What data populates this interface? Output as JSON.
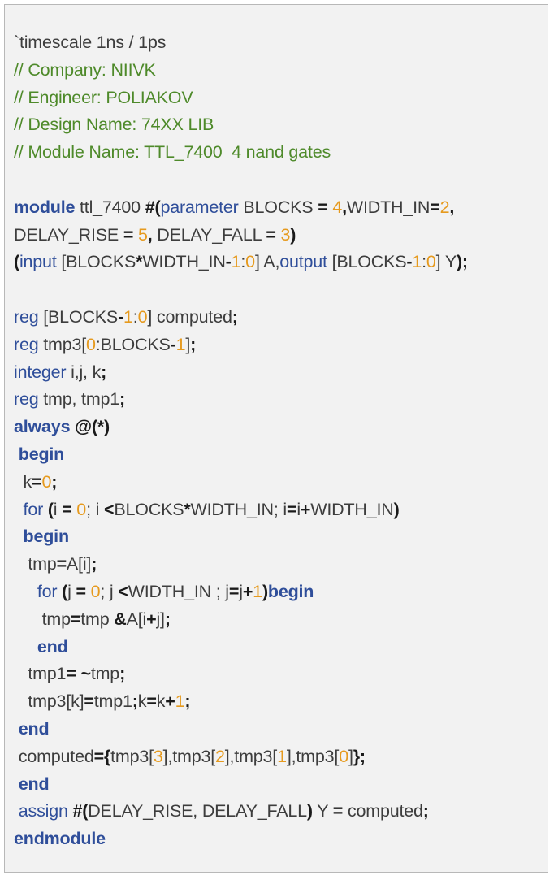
{
  "code_lines": [
    [
      {
        "t": "`timescale 1ns / 1ps",
        "c": "p"
      }
    ],
    [
      {
        "t": "// Company: NIIVK",
        "c": "cm"
      }
    ],
    [
      {
        "t": "// Engineer: POLIAKOV",
        "c": "cm"
      }
    ],
    [
      {
        "t": "// Design Name: 74XX LIB",
        "c": "cm"
      }
    ],
    [
      {
        "t": "// Module Name: TTL_7400  4 nand gates",
        "c": "cm"
      }
    ],
    [],
    [
      {
        "t": "module",
        "c": "kwb"
      },
      {
        "t": " ttl_7400 ",
        "c": "p"
      },
      {
        "t": "#(",
        "c": "op"
      },
      {
        "t": "parameter",
        "c": "kw"
      },
      {
        "t": " BLOCKS ",
        "c": "p"
      },
      {
        "t": "=",
        "c": "op"
      },
      {
        "t": " ",
        "c": "p"
      },
      {
        "t": "4",
        "c": "num"
      },
      {
        "t": ",",
        "c": "op"
      },
      {
        "t": "WIDTH_IN",
        "c": "p"
      },
      {
        "t": "=",
        "c": "op"
      },
      {
        "t": "2",
        "c": "num"
      },
      {
        "t": ",",
        "c": "op"
      }
    ],
    [
      {
        "t": "DELAY_RISE ",
        "c": "p"
      },
      {
        "t": "=",
        "c": "op"
      },
      {
        "t": " ",
        "c": "p"
      },
      {
        "t": "5",
        "c": "num"
      },
      {
        "t": ",",
        "c": "op"
      },
      {
        "t": " DELAY_FALL ",
        "c": "p"
      },
      {
        "t": "=",
        "c": "op"
      },
      {
        "t": " ",
        "c": "p"
      },
      {
        "t": "3",
        "c": "num"
      },
      {
        "t": ")",
        "c": "op"
      }
    ],
    [
      {
        "t": "(",
        "c": "op"
      },
      {
        "t": "input",
        "c": "kw"
      },
      {
        "t": " [BLOCKS",
        "c": "p"
      },
      {
        "t": "*",
        "c": "op"
      },
      {
        "t": "WIDTH_IN",
        "c": "p"
      },
      {
        "t": "-",
        "c": "op"
      },
      {
        "t": "1",
        "c": "num"
      },
      {
        "t": ":",
        "c": "p"
      },
      {
        "t": "0",
        "c": "num"
      },
      {
        "t": "] A,",
        "c": "p"
      },
      {
        "t": "output",
        "c": "kw"
      },
      {
        "t": " [BLOCKS",
        "c": "p"
      },
      {
        "t": "-",
        "c": "op"
      },
      {
        "t": "1",
        "c": "num"
      },
      {
        "t": ":",
        "c": "p"
      },
      {
        "t": "0",
        "c": "num"
      },
      {
        "t": "] Y",
        "c": "p"
      },
      {
        "t": ");",
        "c": "op"
      }
    ],
    [],
    [
      {
        "t": "reg",
        "c": "kw"
      },
      {
        "t": " [BLOCKS",
        "c": "p"
      },
      {
        "t": "-",
        "c": "op"
      },
      {
        "t": "1",
        "c": "num"
      },
      {
        "t": ":",
        "c": "p"
      },
      {
        "t": "0",
        "c": "num"
      },
      {
        "t": "] computed",
        "c": "p"
      },
      {
        "t": ";",
        "c": "op"
      }
    ],
    [
      {
        "t": "reg",
        "c": "kw"
      },
      {
        "t": " tmp3[",
        "c": "p"
      },
      {
        "t": "0",
        "c": "num"
      },
      {
        "t": ":BLOCKS",
        "c": "p"
      },
      {
        "t": "-",
        "c": "op"
      },
      {
        "t": "1",
        "c": "num"
      },
      {
        "t": "]",
        "c": "p"
      },
      {
        "t": ";",
        "c": "op"
      }
    ],
    [
      {
        "t": "integer",
        "c": "kw"
      },
      {
        "t": " i,j, k",
        "c": "p"
      },
      {
        "t": ";",
        "c": "op"
      }
    ],
    [
      {
        "t": "reg",
        "c": "kw"
      },
      {
        "t": " tmp, tmp1",
        "c": "p"
      },
      {
        "t": ";",
        "c": "op"
      }
    ],
    [
      {
        "t": "always",
        "c": "kwb"
      },
      {
        "t": " ",
        "c": "p"
      },
      {
        "t": "@(*)",
        "c": "op"
      }
    ],
    [
      {
        "t": " ",
        "c": "p"
      },
      {
        "t": "begin",
        "c": "kwb"
      }
    ],
    [
      {
        "t": "  k",
        "c": "p"
      },
      {
        "t": "=",
        "c": "op"
      },
      {
        "t": "0",
        "c": "num"
      },
      {
        "t": ";",
        "c": "op"
      }
    ],
    [
      {
        "t": "  ",
        "c": "p"
      },
      {
        "t": "for",
        "c": "kw"
      },
      {
        "t": " ",
        "c": "p"
      },
      {
        "t": "(",
        "c": "op"
      },
      {
        "t": "i ",
        "c": "p"
      },
      {
        "t": "=",
        "c": "op"
      },
      {
        "t": " ",
        "c": "p"
      },
      {
        "t": "0",
        "c": "num"
      },
      {
        "t": "; i ",
        "c": "p"
      },
      {
        "t": "<",
        "c": "op"
      },
      {
        "t": "BLOCKS",
        "c": "p"
      },
      {
        "t": "*",
        "c": "op"
      },
      {
        "t": "WIDTH_IN; i",
        "c": "p"
      },
      {
        "t": "=",
        "c": "op"
      },
      {
        "t": "i",
        "c": "p"
      },
      {
        "t": "+",
        "c": "op"
      },
      {
        "t": "WIDTH_IN",
        "c": "p"
      },
      {
        "t": ")",
        "c": "op"
      }
    ],
    [
      {
        "t": "  ",
        "c": "p"
      },
      {
        "t": "begin",
        "c": "kwb"
      }
    ],
    [
      {
        "t": "   tmp",
        "c": "p"
      },
      {
        "t": "=",
        "c": "op"
      },
      {
        "t": "A[i]",
        "c": "p"
      },
      {
        "t": ";",
        "c": "op"
      }
    ],
    [
      {
        "t": "     ",
        "c": "p"
      },
      {
        "t": "for",
        "c": "kw"
      },
      {
        "t": " ",
        "c": "p"
      },
      {
        "t": "(",
        "c": "op"
      },
      {
        "t": "j ",
        "c": "p"
      },
      {
        "t": "=",
        "c": "op"
      },
      {
        "t": " ",
        "c": "p"
      },
      {
        "t": "0",
        "c": "num"
      },
      {
        "t": "; j ",
        "c": "p"
      },
      {
        "t": "<",
        "c": "op"
      },
      {
        "t": "WIDTH_IN ; j",
        "c": "p"
      },
      {
        "t": "=",
        "c": "op"
      },
      {
        "t": "j",
        "c": "p"
      },
      {
        "t": "+",
        "c": "op"
      },
      {
        "t": "1",
        "c": "num"
      },
      {
        "t": ")",
        "c": "op"
      },
      {
        "t": "begin",
        "c": "kwb"
      }
    ],
    [
      {
        "t": "      tmp",
        "c": "p"
      },
      {
        "t": "=",
        "c": "op"
      },
      {
        "t": "tmp ",
        "c": "p"
      },
      {
        "t": "&",
        "c": "op"
      },
      {
        "t": "A[i",
        "c": "p"
      },
      {
        "t": "+",
        "c": "op"
      },
      {
        "t": "j]",
        "c": "p"
      },
      {
        "t": ";",
        "c": "op"
      }
    ],
    [
      {
        "t": "     ",
        "c": "p"
      },
      {
        "t": "end",
        "c": "kwb"
      }
    ],
    [
      {
        "t": "   tmp1",
        "c": "p"
      },
      {
        "t": "=",
        "c": "op"
      },
      {
        "t": " ",
        "c": "p"
      },
      {
        "t": "~",
        "c": "op"
      },
      {
        "t": "tmp",
        "c": "p"
      },
      {
        "t": ";",
        "c": "op"
      }
    ],
    [
      {
        "t": "   tmp3[k]",
        "c": "p"
      },
      {
        "t": "=",
        "c": "op"
      },
      {
        "t": "tmp1",
        "c": "p"
      },
      {
        "t": ";",
        "c": "op"
      },
      {
        "t": "k",
        "c": "p"
      },
      {
        "t": "=",
        "c": "op"
      },
      {
        "t": "k",
        "c": "p"
      },
      {
        "t": "+",
        "c": "op"
      },
      {
        "t": "1",
        "c": "num"
      },
      {
        "t": ";",
        "c": "op"
      }
    ],
    [
      {
        "t": " ",
        "c": "p"
      },
      {
        "t": "end",
        "c": "kwb"
      }
    ],
    [
      {
        "t": " computed",
        "c": "p"
      },
      {
        "t": "={",
        "c": "op"
      },
      {
        "t": "tmp3[",
        "c": "p"
      },
      {
        "t": "3",
        "c": "num"
      },
      {
        "t": "],tmp3[",
        "c": "p"
      },
      {
        "t": "2",
        "c": "num"
      },
      {
        "t": "],tmp3[",
        "c": "p"
      },
      {
        "t": "1",
        "c": "num"
      },
      {
        "t": "],tmp3[",
        "c": "p"
      },
      {
        "t": "0",
        "c": "num"
      },
      {
        "t": "]",
        "c": "p"
      },
      {
        "t": "};",
        "c": "op"
      }
    ],
    [
      {
        "t": " ",
        "c": "p"
      },
      {
        "t": "end",
        "c": "kwb"
      }
    ],
    [
      {
        "t": " ",
        "c": "p"
      },
      {
        "t": "assign",
        "c": "kw"
      },
      {
        "t": " ",
        "c": "p"
      },
      {
        "t": "#(",
        "c": "op"
      },
      {
        "t": "DELAY_RISE, DELAY_FALL",
        "c": "p"
      },
      {
        "t": ")",
        "c": "op"
      },
      {
        "t": " Y ",
        "c": "p"
      },
      {
        "t": "=",
        "c": "op"
      },
      {
        "t": " computed",
        "c": "p"
      },
      {
        "t": ";",
        "c": "op"
      }
    ],
    [
      {
        "t": "endmodule",
        "c": "kwb"
      }
    ]
  ]
}
